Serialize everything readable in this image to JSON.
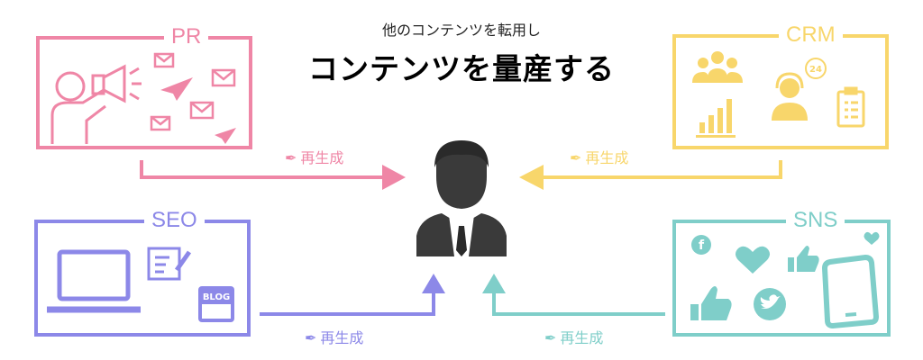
{
  "header": {
    "subtitle": "他のコンテンツを転用し",
    "title": "コンテンツを量産する"
  },
  "boxes": {
    "pr": {
      "label": "PR",
      "color": "#ef86a6"
    },
    "crm": {
      "label": "CRM",
      "color": "#f8d66b"
    },
    "seo": {
      "label": "SEO",
      "color": "#8c88e8"
    },
    "sns": {
      "label": "SNS",
      "color": "#7fcec9"
    }
  },
  "arrows": {
    "pr": {
      "label": "再生成"
    },
    "crm": {
      "label": "再生成"
    },
    "seo": {
      "label": "再生成"
    },
    "sns": {
      "label": "再生成"
    }
  },
  "icons": {
    "pr": [
      "presenter-megaphone-icon",
      "mail-icon",
      "paper-plane-icon"
    ],
    "crm": [
      "team-icon",
      "bar-chart-icon",
      "support-agent-24-icon",
      "clipboard-icon"
    ],
    "seo": [
      "laptop-icon",
      "edit-note-icon",
      "blog-icon"
    ],
    "sns": [
      "facebook-icon",
      "heart-icon",
      "thumbs-up-icon",
      "twitter-icon",
      "smartphone-icon"
    ],
    "center": "businessman-icon"
  },
  "blog_badge": "BLOG",
  "crm_badge": "24"
}
